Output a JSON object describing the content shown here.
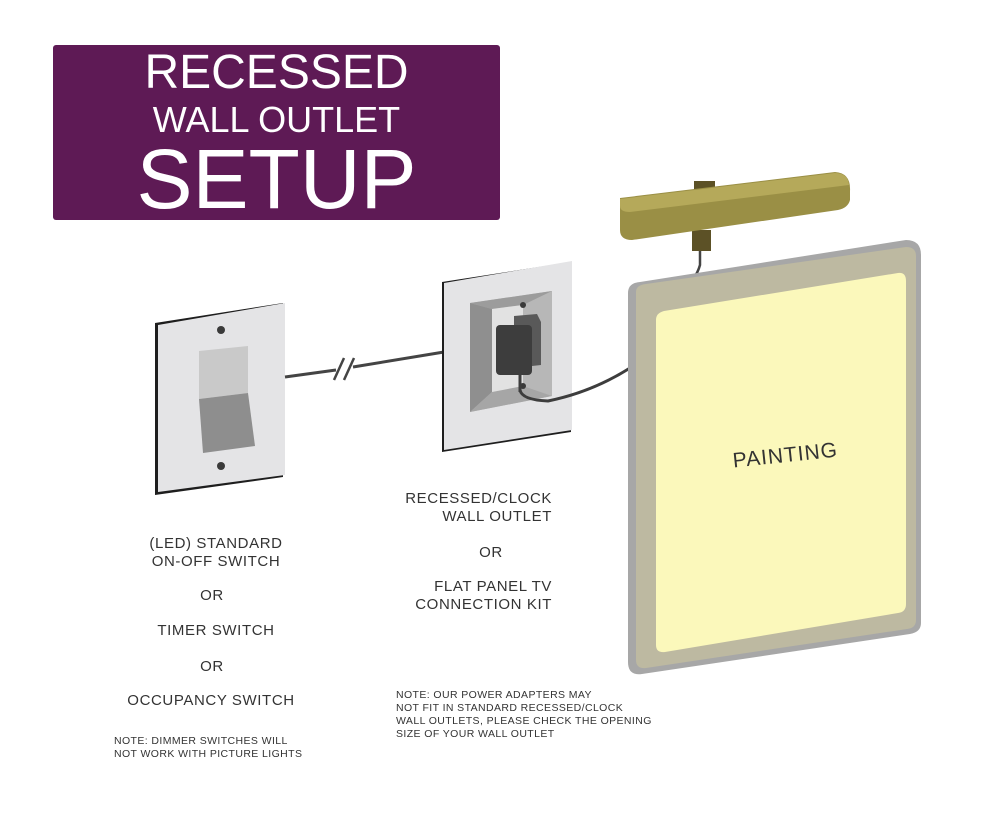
{
  "title": {
    "line1": "RECESSED",
    "line2": "WALL OUTLET",
    "line3": "SETUP",
    "background_color": "#5e1a55"
  },
  "painting": {
    "label": "PAINTING",
    "canvas_color": "#fbf8bb",
    "frame_color": "#bdb9a1"
  },
  "picture_light": {
    "color": "#9a8f45"
  },
  "switch_options": {
    "option1_line1": "(LED) STANDARD",
    "option1_line2": "ON-OFF SWITCH",
    "or1": "OR",
    "option2": "TIMER SWITCH",
    "or2": "OR",
    "option3": "OCCUPANCY SWITCH",
    "note_line1": "NOTE:  DIMMER SWITCHES WILL",
    "note_line2": "NOT WORK WITH PICTURE LIGHTS"
  },
  "outlet_options": {
    "option1_line1": "RECESSED/CLOCK",
    "option1_line2": "WALL OUTLET",
    "or": "OR",
    "option2_line1": "FLAT PANEL TV",
    "option2_line2": "CONNECTION KIT",
    "note_line1": "NOTE:  OUR POWER ADAPTERS MAY",
    "note_line2": "NOT FIT IN STANDARD RECESSED/CLOCK",
    "note_line3": "WALL OUTLETS, PLEASE CHECK THE OPENING",
    "note_line4": "SIZE OF YOUR WALL OUTLET"
  }
}
